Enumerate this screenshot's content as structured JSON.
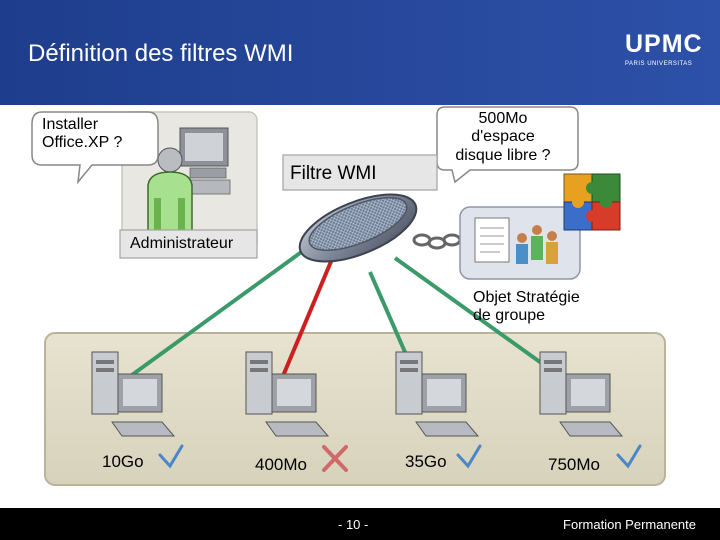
{
  "slide": {
    "title": "Définition des filtres WMI",
    "logo_text": "UPMC",
    "logo_subtext": "PARIS UNIVERSITAS",
    "page_number": "- 10 -",
    "footer_text": "Formation Permanente"
  },
  "callouts": {
    "installer_line1": "Installer",
    "installer_line2": "Office.XP ?",
    "space_line1": "500Mo",
    "space_line2": "d'espace",
    "space_line3": "disque libre ?"
  },
  "labels": {
    "filter": "Filtre WMI",
    "admin": "Administrateur",
    "gpo_line1": "Objet Stratégie",
    "gpo_line2": "de groupe"
  },
  "computers": [
    {
      "label": "10Go",
      "status": "check"
    },
    {
      "label": "400Mo",
      "status": "cross"
    },
    {
      "label": "35Go",
      "status": "check"
    },
    {
      "label": "750Mo",
      "status": "check"
    }
  ],
  "colors": {
    "header_bg": "#27489c",
    "allowed_link": "#3a9a6a",
    "denied_link": "#cc1f1f",
    "network_area": "#e0dcc8"
  }
}
